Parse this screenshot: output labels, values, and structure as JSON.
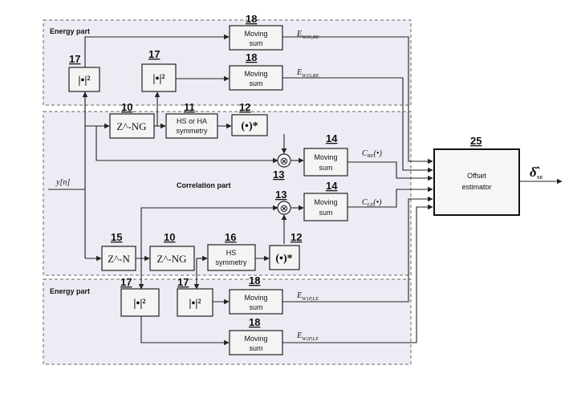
{
  "regions": {
    "energy_top_title": "Energy part",
    "correlation_title": "Correlation part",
    "energy_bottom_title": "Energy part"
  },
  "labels": {
    "moving_sum": "Moving sum",
    "moving_sum_line1": "Moving",
    "moving_sum_line2": "sum",
    "abs_square": "|•|²",
    "delay_ng": "Z^-NG",
    "delay_n": "Z^-N",
    "hs_ha_symmetry_line1": "HS or HA",
    "hs_ha_symmetry_line2": "symmetry",
    "hs_symmetry_line1": "HS",
    "hs_symmetry_line2": "symmetry",
    "conjugate": "(•)*",
    "multiplier": "⊗",
    "offset_estimator_line1": "Offset",
    "offset_estimator_line2": "estimator"
  },
  "signals": {
    "input": "y[n]",
    "e_w2s_re": {
      "base": "E",
      "sub": "W2S,RE"
    },
    "e_w1s_re": {
      "base": "E",
      "sub": "W1S,RE"
    },
    "c_re": {
      "base": "C",
      "sub": "RE",
      "arg": "(•)"
    },
    "c_le": {
      "base": "C",
      "sub": "LE",
      "arg": "(•)"
    },
    "e_w1p_le": {
      "base": "E",
      "sub": "W1P,LE"
    },
    "e_w2p_le": {
      "base": "E",
      "sub": "W2P,LE"
    },
    "output": "δ̂",
    "output_sub": "SE"
  },
  "reference_numbers": {
    "moving_sum": "18",
    "abs_square": "17",
    "delay_ng": "10",
    "symmetry": "11",
    "conjugate": "12",
    "multiplier": "13",
    "corr_moving_sum": "14",
    "delay_n": "15",
    "hs_symmetry": "16",
    "offset_estimator": "25"
  }
}
